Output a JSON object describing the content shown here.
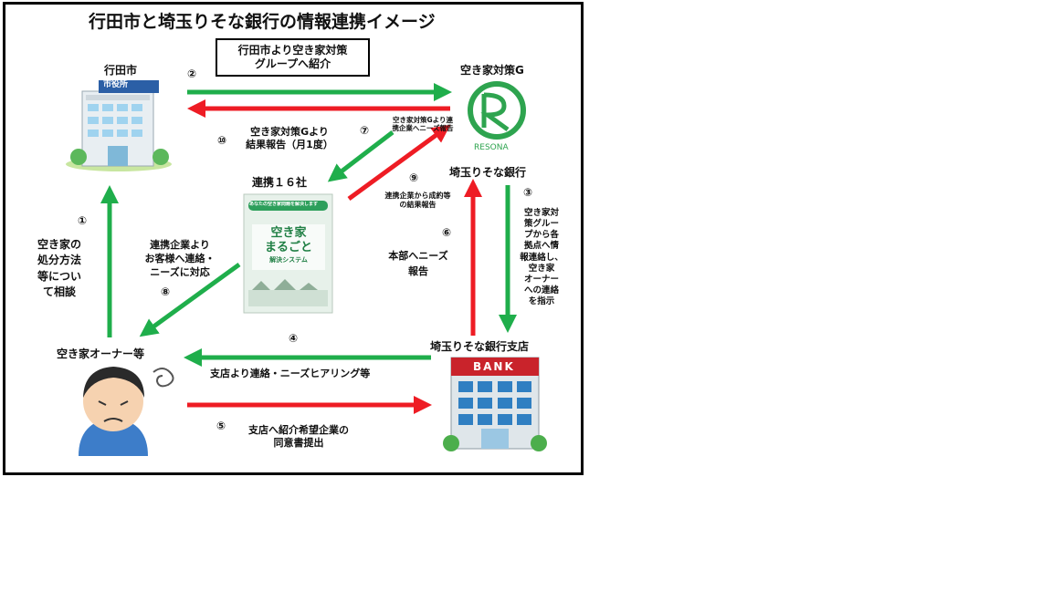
{
  "title": "行田市と埼玉りそな銀行の情報連携イメージ",
  "nodes": {
    "gyoda_city": {
      "name": "行田市",
      "sign": "市役所"
    },
    "vacant_group": {
      "name": "空き家対策G",
      "logo_text": "RESONA"
    },
    "saitama_resona": {
      "name": "埼玉りそな銀行"
    },
    "partners": {
      "name": "連携１６社",
      "leaflet_banner": "あなたの空き家問題を解決します",
      "leaflet_line1": "空き家",
      "leaflet_line2": "まるごと",
      "leaflet_line3": "解決システム"
    },
    "branch": {
      "name": "埼玉りそな銀行支店",
      "sign": "BANK"
    },
    "owner": {
      "name": "空き家オーナー等"
    }
  },
  "steps": {
    "s1": {
      "num": "①",
      "text": [
        "空き家の",
        "処分方法",
        "等につい",
        "て相談"
      ]
    },
    "s2": {
      "num": "②",
      "text": [
        "行田市より空き家対策",
        "グループへ紹介"
      ]
    },
    "s3": {
      "num": "③",
      "text": [
        "空き家対",
        "策グルー",
        "プから各",
        "拠点へ情",
        "報連絡し、",
        "空き家",
        "オーナー",
        "への連絡",
        "を指示"
      ]
    },
    "s4": {
      "num": "④",
      "text": "支店より連絡・ニーズヒアリング等"
    },
    "s5": {
      "num": "⑤",
      "text": [
        "支店へ紹介希望企業の",
        "同意書提出"
      ]
    },
    "s6": {
      "num": "⑥",
      "text": [
        "本部へニーズ",
        "報告"
      ]
    },
    "s7": {
      "num": "⑦",
      "text": [
        "空き家対策Gより連",
        "携企業へニーズ報告"
      ]
    },
    "s8": {
      "num": "⑧",
      "text": [
        "連携企業より",
        "お客様へ連絡・",
        "ニーズに対応"
      ]
    },
    "s9": {
      "num": "⑨",
      "text": [
        "連携企業から成約等",
        "の結果報告"
      ]
    },
    "s10": {
      "num": "⑩",
      "text": [
        "空き家対策Gより",
        "結果報告（月1度）"
      ]
    }
  },
  "colors": {
    "green_arrow": "#1fae4b",
    "red_arrow": "#ee1c24",
    "frame": "#000000"
  }
}
